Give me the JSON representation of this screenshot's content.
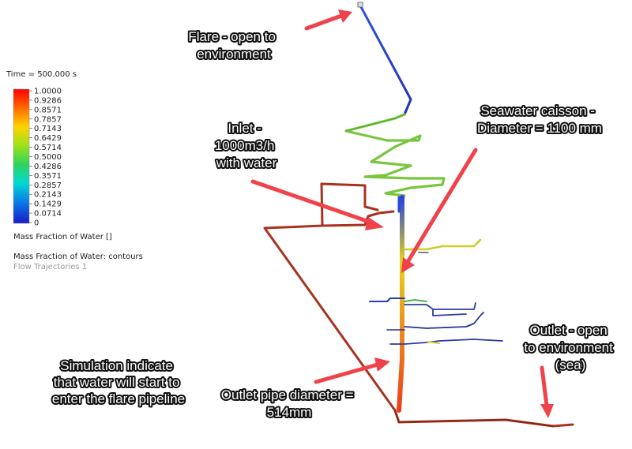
{
  "legend": {
    "time_label": "Time = 500.000 s",
    "ticks": [
      "1.0000",
      "0.9286",
      "0.8571",
      "0.7857",
      "0.7143",
      "0.6429",
      "0.5714",
      "0.5000",
      "0.4286",
      "0.3571",
      "0.2857",
      "0.2143",
      "0.1429",
      "0.0714",
      "0"
    ],
    "variable_label": "Mass Fraction of Water []",
    "plot_name": "Mass Fraction of Water: contours",
    "trajectory_name": "Flow Trajectories 1",
    "colormap": [
      "#ff0000",
      "#ff6a00",
      "#ffd200",
      "#9ee21b",
      "#2fd35c",
      "#00d9d0",
      "#0a7ce6",
      "#1a1ac8"
    ]
  },
  "annotations": {
    "flare": [
      "Flare - open to",
      "environment"
    ],
    "caisson": [
      "Seawater caisson -",
      "Diameter = 1100 mm"
    ],
    "inlet": [
      "Inlet -",
      "1000m3/h",
      "with water"
    ],
    "outlet": [
      "Outlet - open",
      "to environment",
      "(sea)"
    ],
    "simulation": [
      "Simulation indicate",
      "that water will start to",
      "enter the flare pipeline"
    ],
    "outlet_pipe": [
      "Outlet pipe diameter =",
      "514mm"
    ]
  },
  "pipe_colors": {
    "flare": "#1f3fcc",
    "riser": "#78c43a",
    "caisson": "#e0431c",
    "outlet": "#9c2a18",
    "branch": "#2238a8",
    "arrow": "#f0424a"
  }
}
